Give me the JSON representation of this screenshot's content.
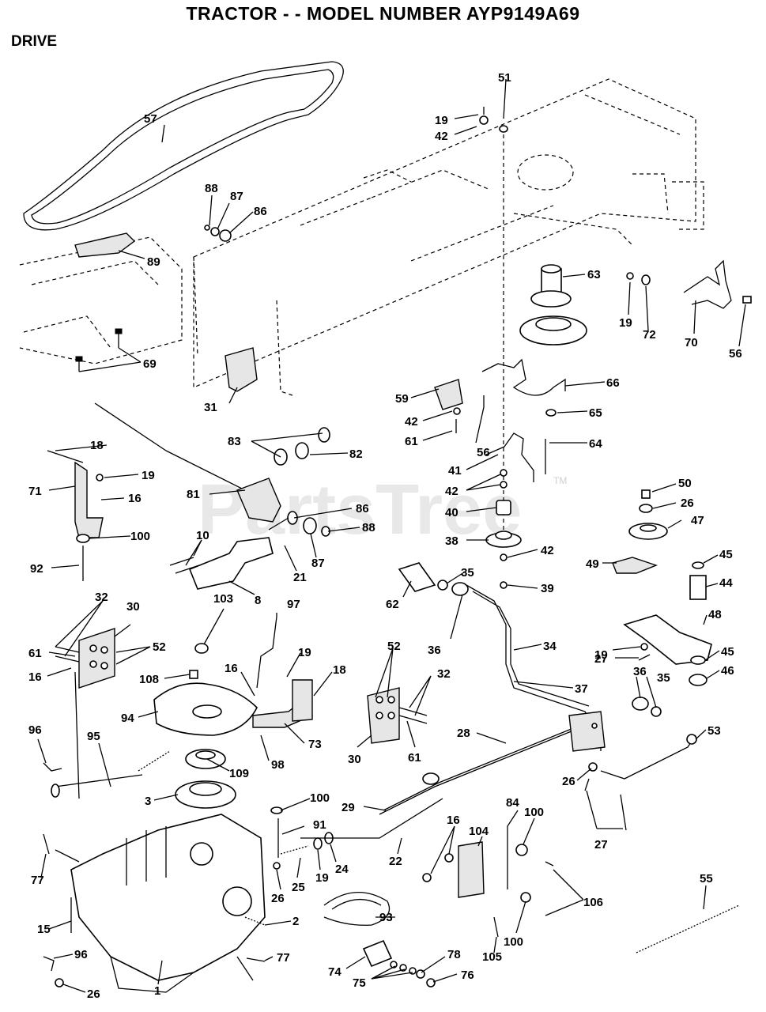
{
  "header": {
    "title": "TRACTOR - - MODEL NUMBER AYP9149A69",
    "section": "DRIVE"
  },
  "watermark": {
    "text": "PartsTree",
    "tm": "TM"
  },
  "callouts": [
    "1",
    "2",
    "3",
    "8",
    "10",
    "15",
    "16",
    "16",
    "16",
    "16",
    "18",
    "18",
    "19",
    "19",
    "19",
    "19",
    "19",
    "19",
    "21",
    "22",
    "24",
    "25",
    "26",
    "26",
    "26",
    "26",
    "27",
    "27",
    "28",
    "29",
    "30",
    "30",
    "31",
    "32",
    "32",
    "34",
    "35",
    "35",
    "36",
    "36",
    "37",
    "38",
    "39",
    "40",
    "41",
    "42",
    "42",
    "42",
    "42",
    "44",
    "45",
    "45",
    "46",
    "47",
    "48",
    "49",
    "50",
    "51",
    "52",
    "52",
    "53",
    "55",
    "56",
    "56",
    "57",
    "59",
    "61",
    "61",
    "61",
    "62",
    "63",
    "64",
    "65",
    "66",
    "69",
    "70",
    "71",
    "72",
    "73",
    "74",
    "75",
    "76",
    "77",
    "77",
    "78",
    "81",
    "82",
    "83",
    "84",
    "86",
    "86",
    "87",
    "87",
    "88",
    "88",
    "89",
    "91",
    "92",
    "93",
    "94",
    "95",
    "96",
    "96",
    "97",
    "98",
    "100",
    "100",
    "100",
    "100",
    "103",
    "104",
    "105",
    "106",
    "108",
    "109"
  ],
  "colors": {
    "line": "#000000",
    "background": "#ffffff",
    "watermark": "#d6d6d6"
  }
}
